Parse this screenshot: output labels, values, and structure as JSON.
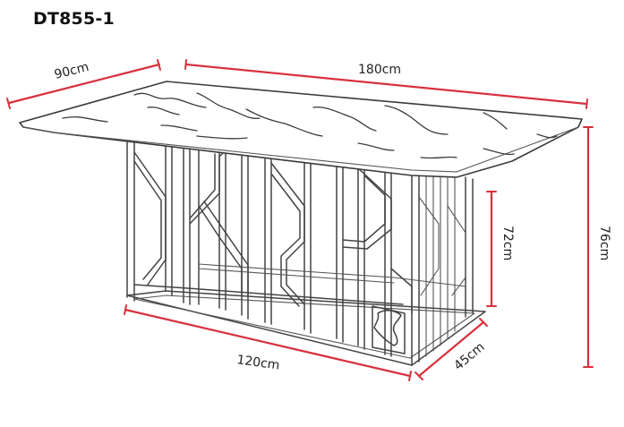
{
  "title": "DT855-1",
  "dimensions": {
    "top_depth": "90cm",
    "top_length": "180cm",
    "total_height": "76cm",
    "base_height": "72cm",
    "base_length": "120cm",
    "base_depth": "45cm"
  },
  "colors": {
    "dimension_line": "#d8313d",
    "outline": "#3a3a3a"
  }
}
